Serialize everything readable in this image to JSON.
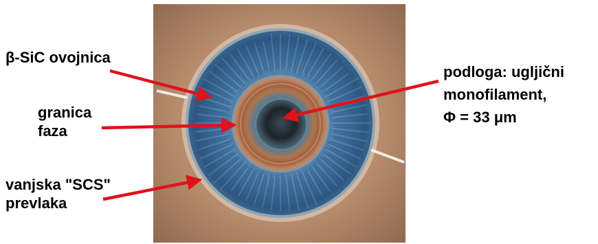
{
  "figure": {
    "subject": "micrograph cross-section",
    "labels": {
      "sheath": "β-SiC ovojnica",
      "phase_boundary": [
        "granica",
        "faza"
      ],
      "outer_coating": [
        "vanjska \"SCS\"",
        "prevlaka"
      ],
      "substrate": [
        "podloga: ugljični",
        "monofilament,",
        "Φ = 33 μm"
      ]
    },
    "colors": {
      "arrow": "#e0121b",
      "background": "#b88f73",
      "sheath_blue": "#3e6f9c",
      "phase_ring": "#a3623e",
      "core": "#1d2429",
      "text": "#000000"
    }
  }
}
